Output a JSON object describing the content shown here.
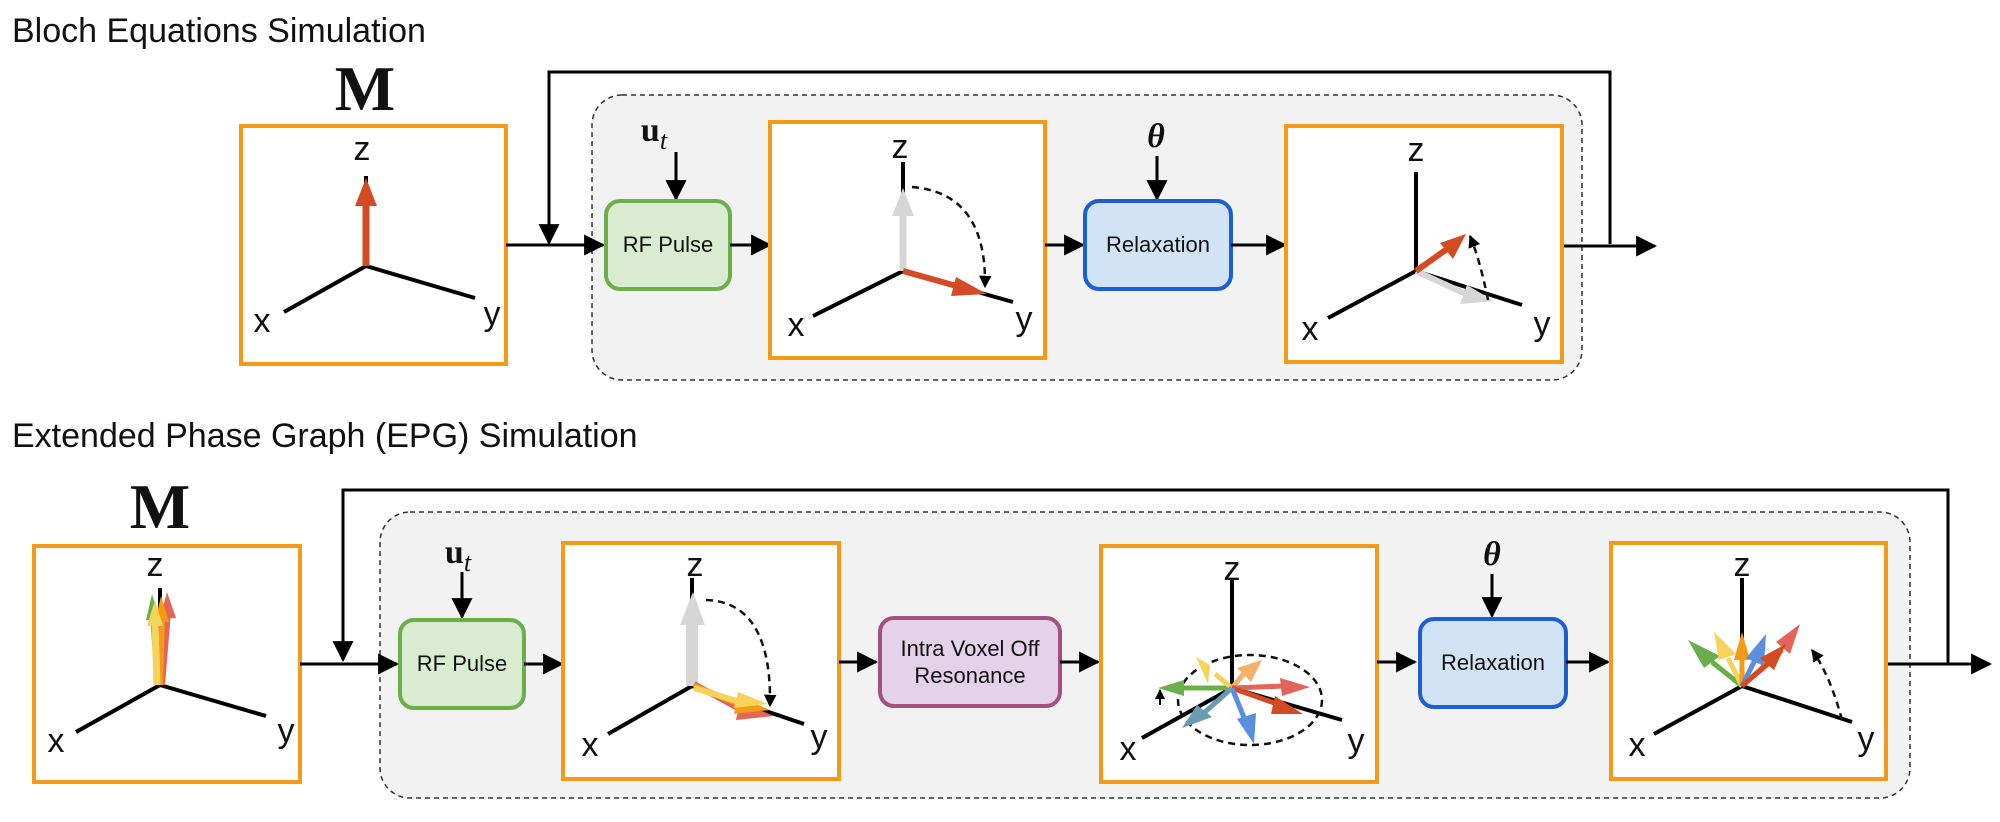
{
  "sections": {
    "bloch": {
      "title": "Bloch Equations Simulation"
    },
    "epg": {
      "title": "Extended Phase Graph (EPG) Simulation"
    }
  },
  "labels": {
    "magnetization": "M",
    "control": {
      "main": "u",
      "sub": "t"
    },
    "theta": "θ",
    "axes": {
      "x": "x",
      "y": "y",
      "z": "z"
    }
  },
  "blocks": {
    "rf_pulse": "RF Pulse",
    "relaxation": "Relaxation",
    "intra_voxel_line1": "Intra Voxel Off",
    "intra_voxel_line2": "Resonance"
  },
  "colors": {
    "frame": "#f59a16",
    "rf_fill": "#d9ecd1",
    "rf_stroke": "#6aaf4a",
    "relax_fill": "#d1e3f5",
    "relax_stroke": "#1c5fd4",
    "intra_fill": "#e3d2ea",
    "intra_stroke": "#a35080",
    "region_fill": "#f2f2f2",
    "vector_red": "#d44a22",
    "vector_gray": "#d6d6d6"
  }
}
